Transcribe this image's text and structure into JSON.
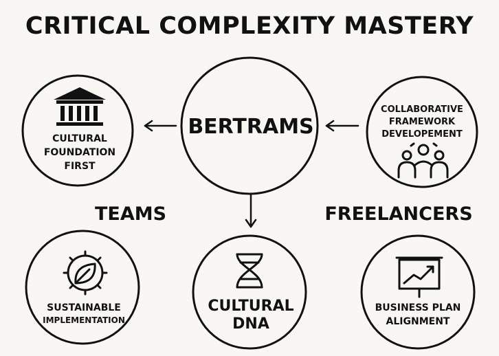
{
  "title": "CRITICAL COMPLEXITY MASTERY",
  "center": {
    "label": "BERTRAMS"
  },
  "left_node": {
    "lines": [
      "CULTURAL",
      "FOUNDATION",
      "FIRST"
    ],
    "icon": "temple-icon"
  },
  "right_node": {
    "lines": [
      "COLLABORATIVE",
      "FRAMEWORK",
      "DEVELOPEMENT"
    ],
    "icon": "team-icon"
  },
  "side_labels": {
    "left": "TEAMS",
    "right": "FREELANCERS"
  },
  "bottom_left": {
    "lines": [
      "SUSTAINABLE",
      "IMPLEMENTATION"
    ],
    "icon": "gear-leaf-icon"
  },
  "bottom_center": {
    "lines": [
      "CULTURAL",
      "DNA"
    ],
    "icon": "dna-icon"
  },
  "bottom_right": {
    "lines": [
      "BUSINESS PLAN",
      "ALIGNMENT"
    ],
    "icon": "growth-chart-icon"
  }
}
